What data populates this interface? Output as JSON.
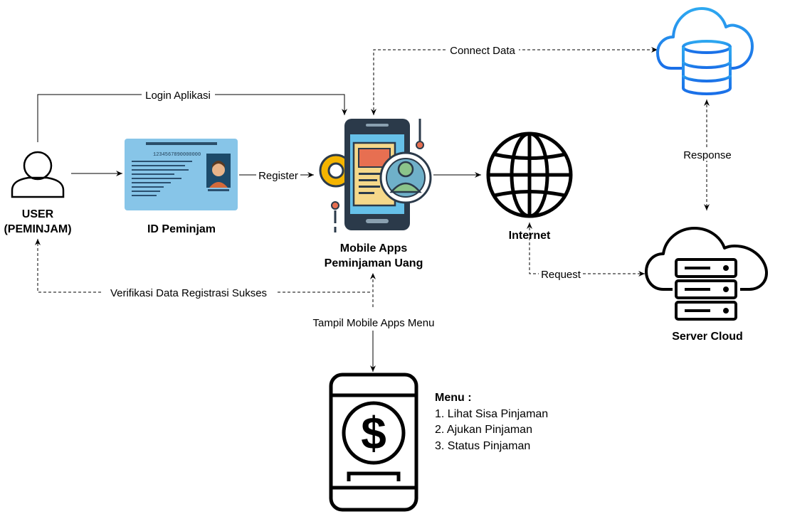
{
  "nodes": {
    "user": {
      "label_line1": "USER",
      "label_line2": "(PEMINJAM)"
    },
    "id_card": {
      "label": "ID Peminjam",
      "number_text": "1234567890000000"
    },
    "mobile_app": {
      "label_line1": "Mobile Apps",
      "label_line2": "Peminjaman Uang"
    },
    "internet": {
      "label": "Internet"
    },
    "server": {
      "label": "Server Cloud"
    },
    "cloud_db": {
      "label": ""
    },
    "menu_phone": {
      "label": ""
    }
  },
  "edges": {
    "login": "Login Aplikasi",
    "register": "Register",
    "connect": "Connect Data",
    "response": "Response",
    "request": "Request",
    "verifikasi": "Verifikasi Data Registrasi Sukses",
    "tampil": "Tampil Mobile Apps Menu"
  },
  "menu": {
    "title": "Menu :",
    "items": [
      "1. Lihat Sisa Pinjaman",
      "2. Ajukan Pinjaman",
      "3. Status Pinjaman"
    ]
  },
  "colors": {
    "stroke": "#000000",
    "id_card_bg": "#87c5e8",
    "cloud_gradient_top": "#2ea8f0",
    "cloud_gradient_bottom": "#1a6fe8",
    "phone_body": "#2b3a4a",
    "phone_screen": "#66c0e8",
    "phone_doc": "#f5d88a",
    "phone_doc_header": "#e76f51",
    "avatar_green": "#8bc48a",
    "gear": "#f4b400"
  }
}
